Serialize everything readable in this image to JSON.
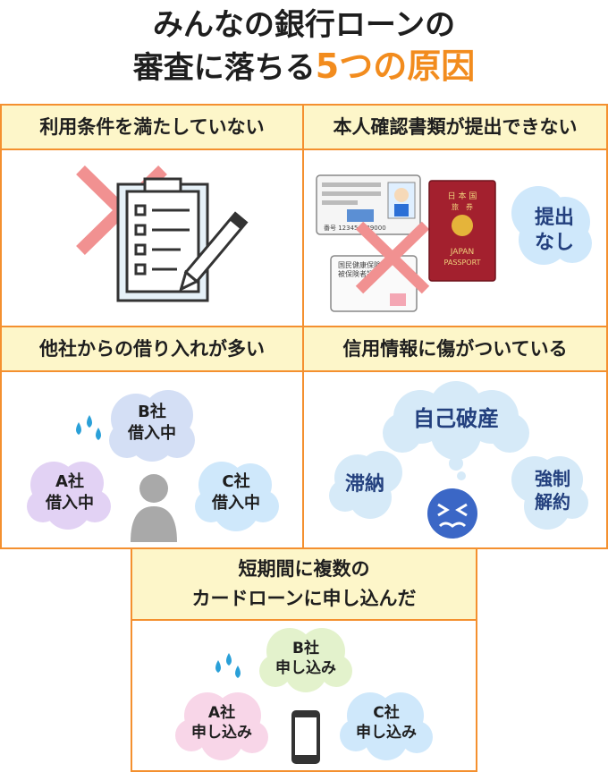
{
  "title": {
    "line1": "みんなの銀行ローンの",
    "line2_prefix": "審査に落ちる",
    "line2_highlight": "5つの原因"
  },
  "colors": {
    "accent": "#f28c1e",
    "border": "#f4902f",
    "header_bg": "#fdf6c9",
    "cross": "#f08080"
  },
  "panels": [
    {
      "heading": "利用条件を満たしていない",
      "icon": "clipboard-checklist-icon"
    },
    {
      "heading": "本人確認書類が提出できない",
      "bubble": [
        "提出",
        "なし"
      ],
      "license_text": "番号 123456789000",
      "passport_top": "日 本 国",
      "passport_sub": "旅　券",
      "passport_country": "JAPAN",
      "passport_label": "PASSPORT",
      "insurance_title1": "国民健康保険",
      "insurance_title2": "被保険者証"
    },
    {
      "heading": "他社からの借り入れが多い",
      "clouds": [
        {
          "line1": "B社",
          "line2": "借入中"
        },
        {
          "line1": "A社",
          "line2": "借入中"
        },
        {
          "line1": "C社",
          "line2": "借入中"
        }
      ]
    },
    {
      "heading": "信用情報に傷がついている",
      "words": [
        "自己破産",
        "滞納",
        "強制",
        "解約"
      ]
    },
    {
      "heading_line1": "短期間に複数の",
      "heading_line2": "カードローンに申し込んだ",
      "clouds": [
        {
          "line1": "B社",
          "line2": "申し込み"
        },
        {
          "line1": "A社",
          "line2": "申し込み"
        },
        {
          "line1": "C社",
          "line2": "申し込み"
        }
      ]
    }
  ]
}
